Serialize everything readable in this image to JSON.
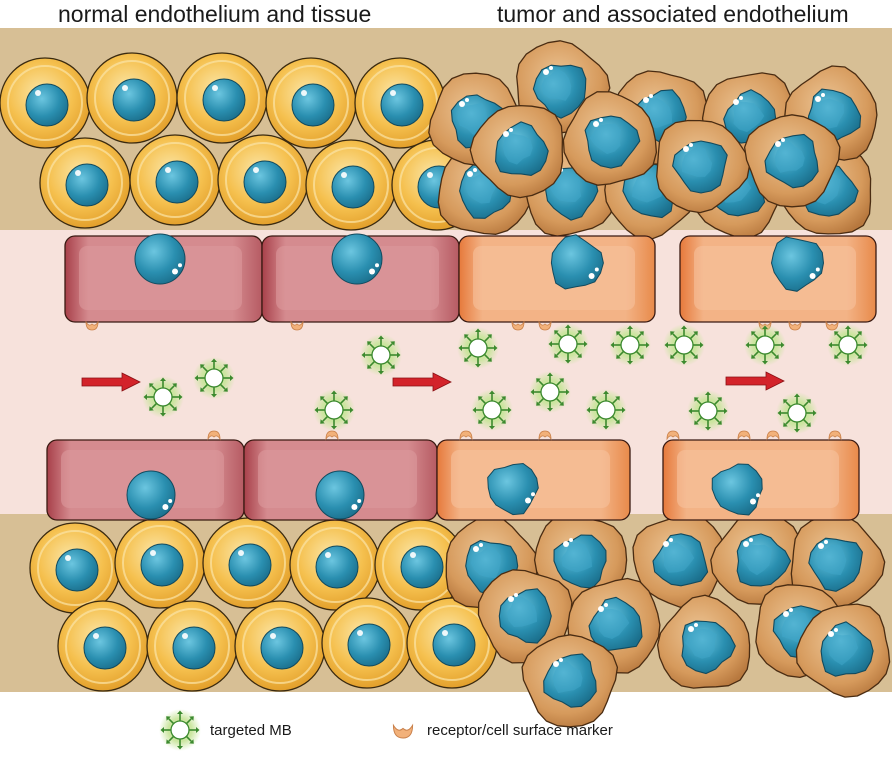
{
  "titles": {
    "left": "normal endothelium and tissue",
    "right": "tumor and associated endothelium"
  },
  "legend": {
    "mb_label": "targeted MB",
    "receptor_label": "receptor/cell surface marker"
  },
  "colors": {
    "tissue_background": "#d7bf95",
    "vessel_lumen": "#f7e2dc",
    "normal_cell": "#f2b43a",
    "normal_endothelial_cell": "#d58b8f",
    "tumor_cell": "#d69a5c",
    "tumor_endothelial_cell": "#f3b386",
    "nucleus": "#2a8fb0",
    "receptor": "#f2b17a",
    "mb_glow": "#a8d27c",
    "flow_arrow": "#d3232a"
  },
  "icons": [
    "microbubble-icon",
    "receptor-icon",
    "flow-arrow-icon"
  ]
}
